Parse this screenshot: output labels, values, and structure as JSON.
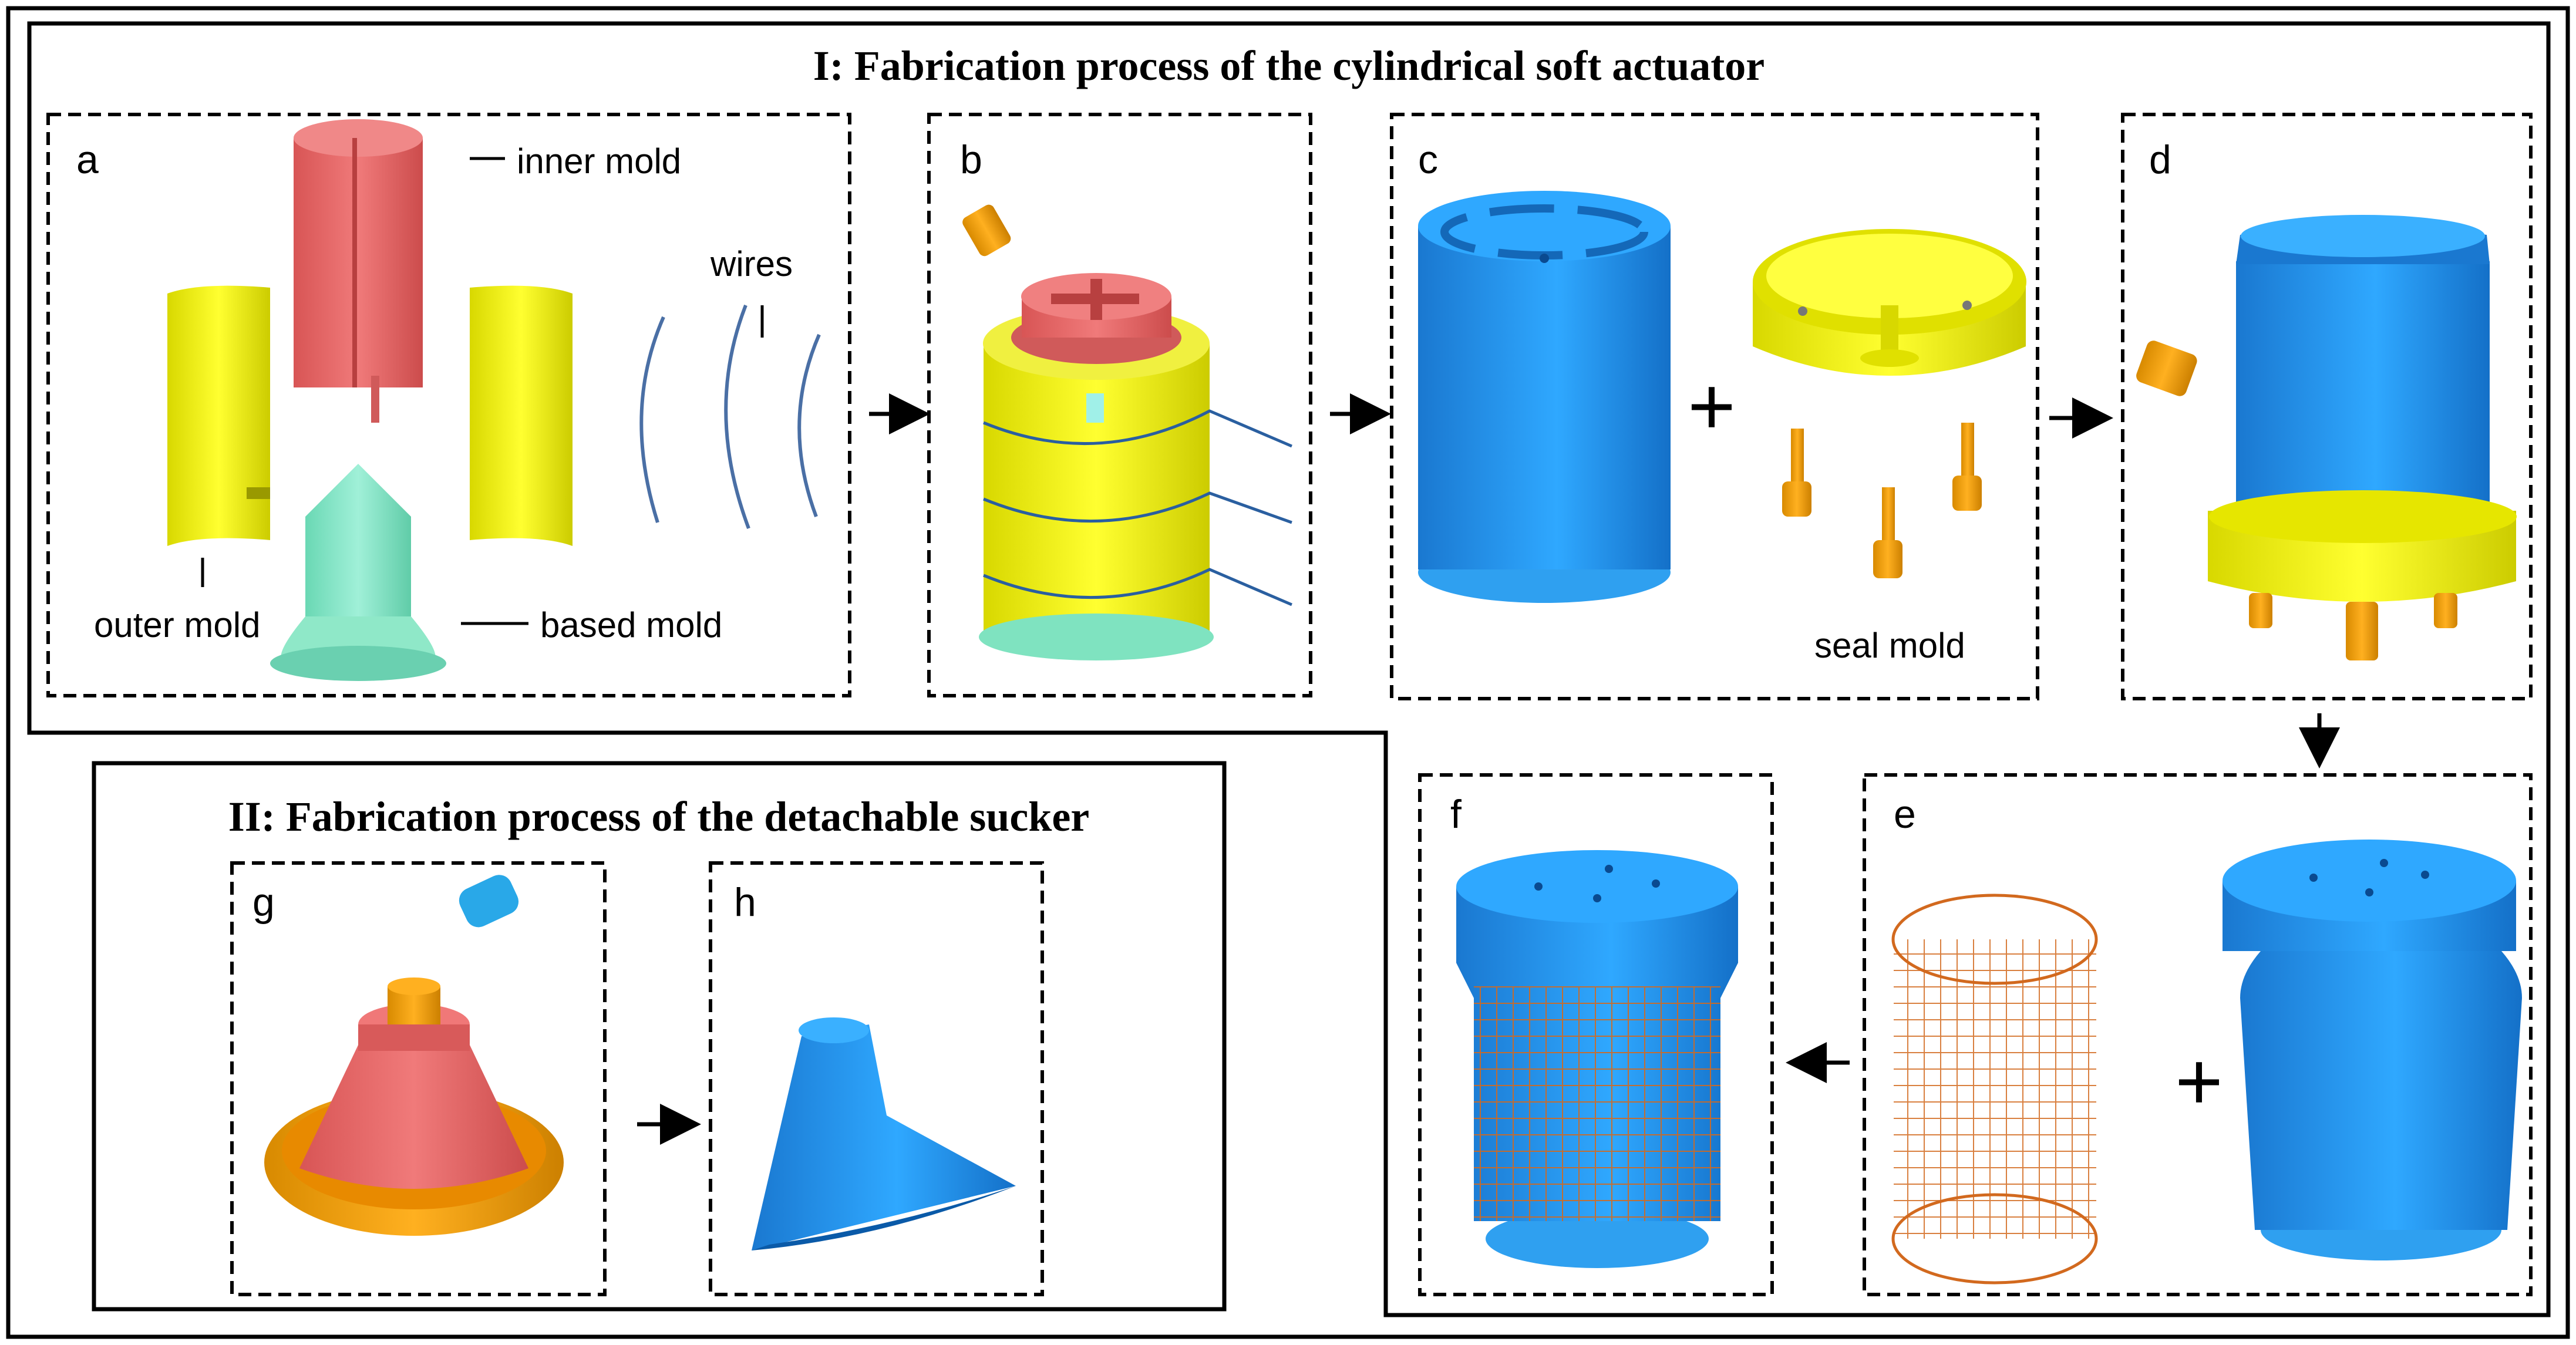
{
  "section1": {
    "title": "I: Fabrication process of the cylindrical soft actuator"
  },
  "section2": {
    "title": "II: Fabrication process of the detachable sucker"
  },
  "panels": {
    "a": "a",
    "b": "b",
    "c": "c",
    "d": "d",
    "e": "e",
    "f": "f",
    "g": "g",
    "h": "h"
  },
  "callouts": {
    "inner_mold": "inner mold",
    "wires": "wires",
    "outer_mold": "outer mold",
    "based_mold": "based mold",
    "seal_mold": "seal mold"
  },
  "symbols": {
    "plus": "+"
  },
  "colors": {
    "inner_mold": "#E8686A",
    "outer_mold": "#E6E600",
    "based_mold": "#7FE3C0",
    "actuator": "#1E90E8",
    "pins": "#F0A010",
    "mesh": "#D2691E",
    "sucker": "#1E90E8"
  }
}
